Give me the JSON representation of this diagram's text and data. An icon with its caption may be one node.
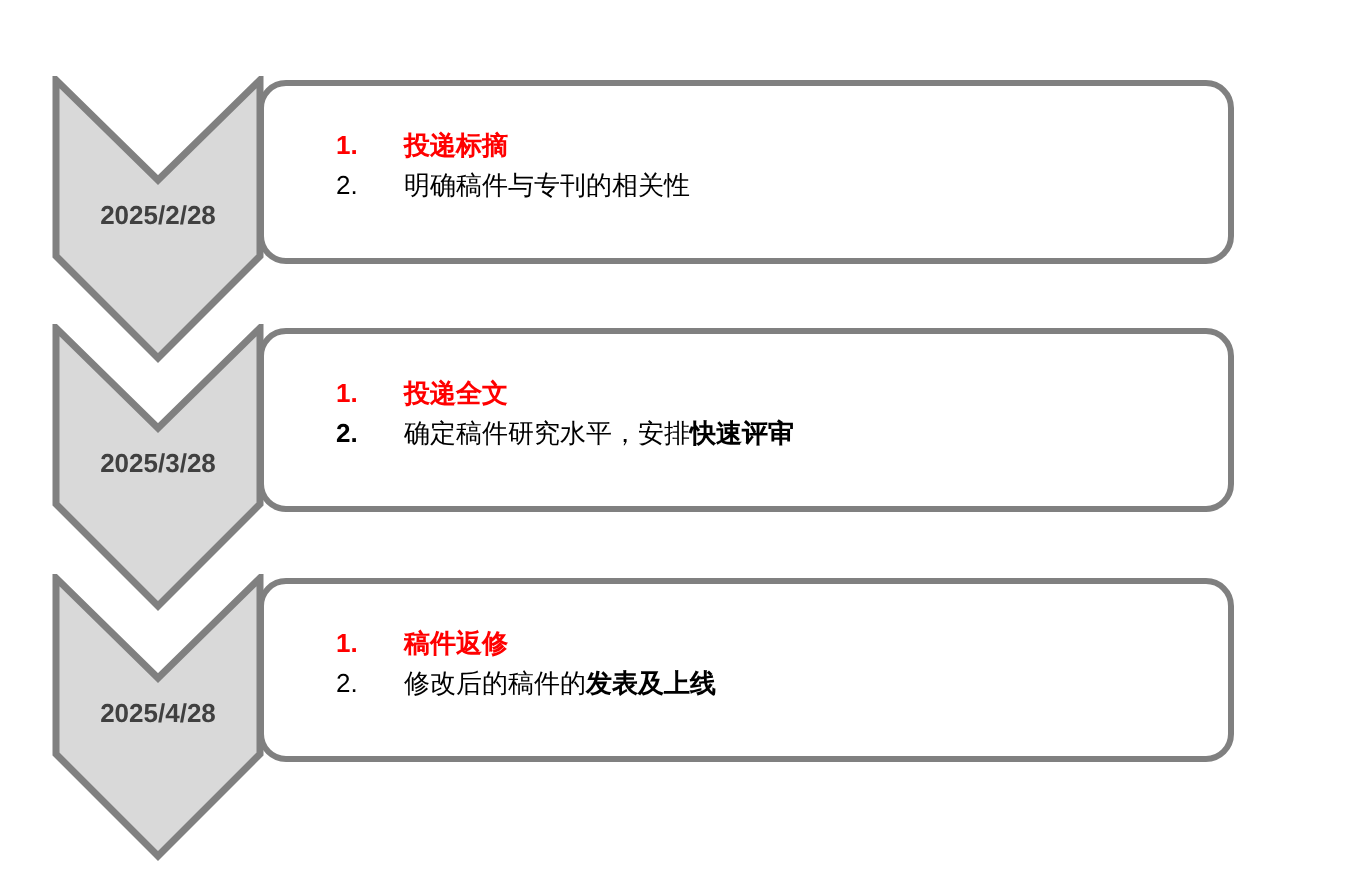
{
  "diagram": {
    "nodes": [
      {
        "text": [
          "2025/2/28"
        ]
      },
      {
        "text": [
          "1. 投递标摘",
          "2. 明确稿件与专刊的相关性"
        ]
      },
      {
        "text": [
          "2025/3/28"
        ]
      },
      {
        "text": [
          "1. 投递全文",
          "**2.** 确定稿件研究水平，安排**快速评审**"
        ]
      },
      {
        "text": [
          "2025/4/28"
        ]
      },
      {
        "text": [
          "1. 稿件返修",
          "2. 修改后的稿件的**发表及上线**"
        ]
      }
    ]
  }
}
